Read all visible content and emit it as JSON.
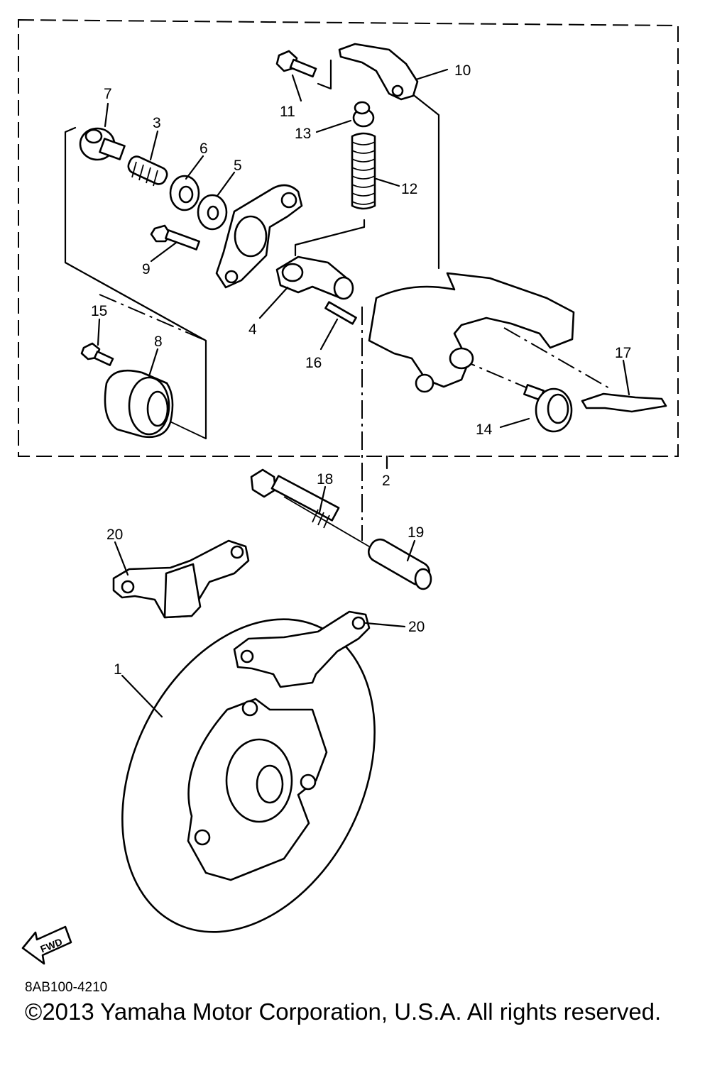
{
  "diagram": {
    "callouts": [
      "1",
      "2",
      "3",
      "4",
      "5",
      "6",
      "7",
      "8",
      "9",
      "10",
      "11",
      "12",
      "13",
      "14",
      "15",
      "16",
      "17",
      "18",
      "19",
      "20",
      "20"
    ],
    "fwd_label": "FWD",
    "drawing_code": "8AB100-4210",
    "copyright": "©2013 Yamaha Motor Corporation, U.S.A. All rights reserved."
  }
}
